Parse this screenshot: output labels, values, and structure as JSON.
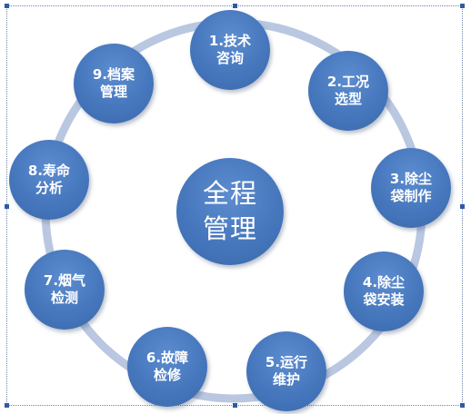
{
  "center": {
    "line1": "全程",
    "line2": "管理"
  },
  "nodes": [
    {
      "line1": "1.技术",
      "line2": "咨询"
    },
    {
      "line1": "2.工况",
      "line2": "选型"
    },
    {
      "line1": "3.除尘",
      "line2": "袋制作"
    },
    {
      "line1": "4.除尘",
      "line2": "袋安装"
    },
    {
      "line1": "5.运行",
      "line2": "维护"
    },
    {
      "line1": "6.故障",
      "line2": "检修"
    },
    {
      "line1": "7.烟气",
      "line2": "检测"
    },
    {
      "line1": "8.寿命",
      "line2": "分析"
    },
    {
      "line1": "9.档案",
      "line2": "管理"
    }
  ],
  "colors": {
    "node": "#4677bd",
    "ring": "#b9c7e1",
    "node_text": "#ffffff"
  }
}
